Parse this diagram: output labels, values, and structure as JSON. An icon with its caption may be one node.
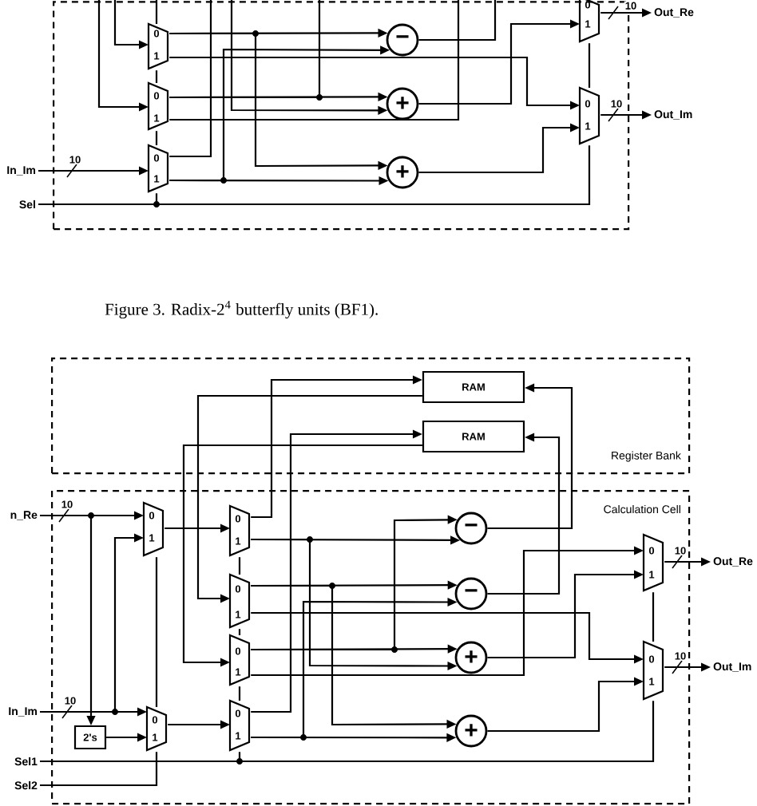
{
  "diagram": {
    "caption": "Figure 3. Radix-2$^{4}$ butterfly units (BF1).",
    "nodes": [
      {
        "text": [],
        "shape": "box"
      },
      {
        "text": [
          "0",
          "1"
        ],
        "in": 0
      },
      {
        "text": [
          "0",
          "1"
        ],
        "in": 0
      },
      {
        "text": [
          "0",
          "1"
        ],
        "in": 0
      },
      {
        "text": [
          "−"
        ],
        "in": 0
      },
      {
        "text": [
          "+"
        ],
        "in": 0
      },
      {
        "text": [
          "+"
        ],
        "in": 0
      },
      {
        "text": [
          "0",
          "1"
        ],
        "in": 0
      },
      {
        "text": [
          "0",
          "1"
        ],
        "in": 0
      },
      {
        "text": [
          "Out_Re"
        ]
      },
      {
        "text": [
          "Out_Im"
        ]
      },
      {
        "text": [
          "In_Im"
        ]
      },
      {
        "text": [
          "Sel"
        ]
      },
      {
        "text": [
          "Register Bank"
        ]
      },
      {
        "text": [
          "RAM"
        ],
        "in": 13
      },
      {
        "text": [
          "RAM"
        ],
        "in": 13
      },
      {
        "text": [
          "Calculation Cell"
        ]
      },
      {
        "text": [
          "0",
          "1"
        ],
        "in": 16
      },
      {
        "text": [
          "0",
          "1"
        ],
        "in": 16
      },
      {
        "text": [
          "2's"
        ],
        "in": 16
      },
      {
        "text": [
          "0",
          "1"
        ],
        "in": 16
      },
      {
        "text": [
          "0",
          "1"
        ],
        "in": 16
      },
      {
        "text": [
          "0",
          "1"
        ],
        "in": 16
      },
      {
        "text": [
          "0",
          "1"
        ],
        "in": 16
      },
      {
        "text": [
          "−"
        ],
        "in": 16
      },
      {
        "text": [
          "−"
        ],
        "in": 16
      },
      {
        "text": [
          "+"
        ],
        "in": 16
      },
      {
        "text": [
          "+"
        ],
        "in": 16
      },
      {
        "text": [
          "0",
          "1"
        ],
        "in": 16
      },
      {
        "text": [
          "0",
          "1"
        ],
        "in": 16
      },
      {
        "text": [
          "n_Re"
        ]
      },
      {
        "text": [
          "In_Im"
        ]
      },
      {
        "text": [
          "Sel1"
        ]
      },
      {
        "text": [
          "Sel2"
        ]
      },
      {
        "text": [
          "Out_Re"
        ]
      },
      {
        "text": [
          "Out_Im"
        ]
      }
    ],
    "edges": [
      {
        "from": 11,
        "to": 3,
        "arrow": "to",
        "label": "10"
      },
      {
        "from": 1,
        "to": 4,
        "arrow": "to"
      },
      {
        "from": 1,
        "to": 6,
        "arrow": "to"
      },
      {
        "from": 1,
        "to": 8,
        "arrow": "to"
      },
      {
        "from": 2,
        "to": 5,
        "arrow": "to"
      },
      {
        "from": 2,
        "to": null,
        "arrow": "none"
      },
      {
        "from": 2,
        "to": null,
        "arrow": "none"
      },
      {
        "from": null,
        "to": 5,
        "arrow": "to"
      },
      {
        "from": 3,
        "to": null,
        "arrow": "none"
      },
      {
        "from": 3,
        "to": 4,
        "arrow": "to"
      },
      {
        "from": 3,
        "to": 6,
        "arrow": "to"
      },
      {
        "from": null,
        "to": 1,
        "arrow": "to"
      },
      {
        "from": null,
        "to": 2,
        "arrow": "to"
      },
      {
        "from": 4,
        "to": null,
        "arrow": "none"
      },
      {
        "from": 5,
        "to": 7,
        "arrow": "to"
      },
      {
        "from": 6,
        "to": 8,
        "arrow": "to"
      },
      {
        "from": 7,
        "to": 9,
        "arrow": "to",
        "label": "10"
      },
      {
        "from": 8,
        "to": 10,
        "arrow": "to",
        "label": "10"
      },
      {
        "from": 12,
        "to": 8,
        "arrow": "none"
      },
      {
        "from": 12,
        "to": 3,
        "arrow": "none"
      },
      {
        "from": 3,
        "to": 2,
        "arrow": "none"
      },
      {
        "from": 2,
        "to": 1,
        "arrow": "none"
      },
      {
        "from": 1,
        "to": null,
        "arrow": "none"
      },
      {
        "from": 8,
        "to": 7,
        "arrow": "none"
      },
      {
        "from": 30,
        "to": 17,
        "arrow": "to",
        "label": "10"
      },
      {
        "from": 30,
        "to": 19,
        "arrow": "to"
      },
      {
        "from": 31,
        "to": 18,
        "arrow": "to",
        "label": "10"
      },
      {
        "from": 31,
        "to": 17,
        "arrow": "to"
      },
      {
        "from": 19,
        "to": 18,
        "arrow": "to"
      },
      {
        "from": 17,
        "to": 20,
        "arrow": "to"
      },
      {
        "from": 18,
        "to": 23,
        "arrow": "to"
      },
      {
        "from": 20,
        "to": 14,
        "arrow": "to"
      },
      {
        "from": 20,
        "to": 24,
        "arrow": "to"
      },
      {
        "from": 20,
        "to": 26,
        "arrow": "to"
      },
      {
        "from": 14,
        "to": 21,
        "arrow": "to"
      },
      {
        "from": 15,
        "to": 22,
        "arrow": "to"
      },
      {
        "from": 23,
        "to": 15,
        "arrow": "to"
      },
      {
        "from": 24,
        "to": 14,
        "arrow": "to"
      },
      {
        "from": 25,
        "to": 15,
        "arrow": "to"
      },
      {
        "from": 21,
        "to": 25,
        "arrow": "to"
      },
      {
        "from": 21,
        "to": 27,
        "arrow": "to"
      },
      {
        "from": 21,
        "to": 29,
        "arrow": "to"
      },
      {
        "from": 22,
        "to": 26,
        "arrow": "to"
      },
      {
        "from": 22,
        "to": 24,
        "arrow": "to"
      },
      {
        "from": 22,
        "to": 28,
        "arrow": "to"
      },
      {
        "from": 23,
        "to": 25,
        "arrow": "to"
      },
      {
        "from": 23,
        "to": 27,
        "arrow": "to"
      },
      {
        "from": 26,
        "to": 28,
        "arrow": "to"
      },
      {
        "from": 27,
        "to": 29,
        "arrow": "to"
      },
      {
        "from": 28,
        "to": 34,
        "arrow": "to",
        "label": "10"
      },
      {
        "from": 29,
        "to": 35,
        "arrow": "to",
        "label": "10"
      },
      {
        "from": 32,
        "to": 29,
        "arrow": "none"
      },
      {
        "from": 32,
        "to": 23,
        "arrow": "none"
      },
      {
        "from": 33,
        "to": 18,
        "arrow": "none"
      },
      {
        "from": 18,
        "to": 17,
        "arrow": "none"
      },
      {
        "from": 23,
        "to": 22,
        "arrow": "none"
      },
      {
        "from": 22,
        "to": 21,
        "arrow": "none"
      },
      {
        "from": 21,
        "to": 20,
        "arrow": "none"
      },
      {
        "from": 29,
        "to": 28,
        "arrow": "none"
      }
    ]
  }
}
